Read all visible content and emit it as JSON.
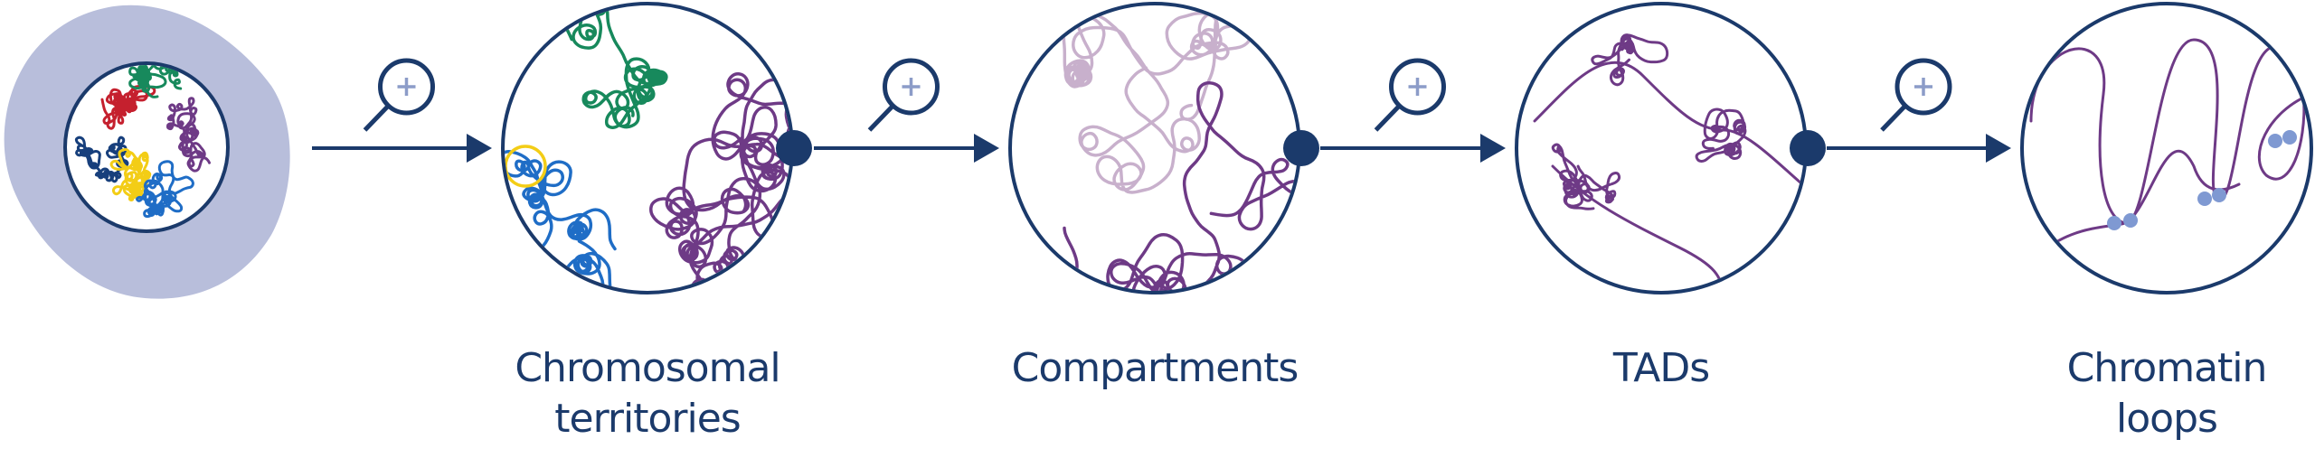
{
  "stages": [
    {
      "id": "cell",
      "label_lines": []
    },
    {
      "id": "chromosomal-territories",
      "label_lines": [
        "Chromosomal",
        "territories"
      ]
    },
    {
      "id": "compartments",
      "label_lines": [
        "Compartments"
      ]
    },
    {
      "id": "tads",
      "label_lines": [
        "TADs"
      ]
    },
    {
      "id": "chromatin-loops",
      "label_lines": [
        "Chromatin",
        "loops"
      ]
    }
  ],
  "icons": {
    "zoom": "magnifier-plus-icon",
    "arrow": "arrow-right-icon",
    "connector": "dot-icon"
  },
  "colors": {
    "navy": "#1b3a6b",
    "cytoplasm": "#b8bedb",
    "purple": "#6e3a86",
    "light_purple": "#c8b0cc",
    "green": "#17895c",
    "red": "#c5202e",
    "yellow": "#f3cd16",
    "blue": "#1f6dc6",
    "dark_blue": "#173f7c",
    "anchor": "#7f99d2",
    "plus": "#8c9cc8"
  }
}
